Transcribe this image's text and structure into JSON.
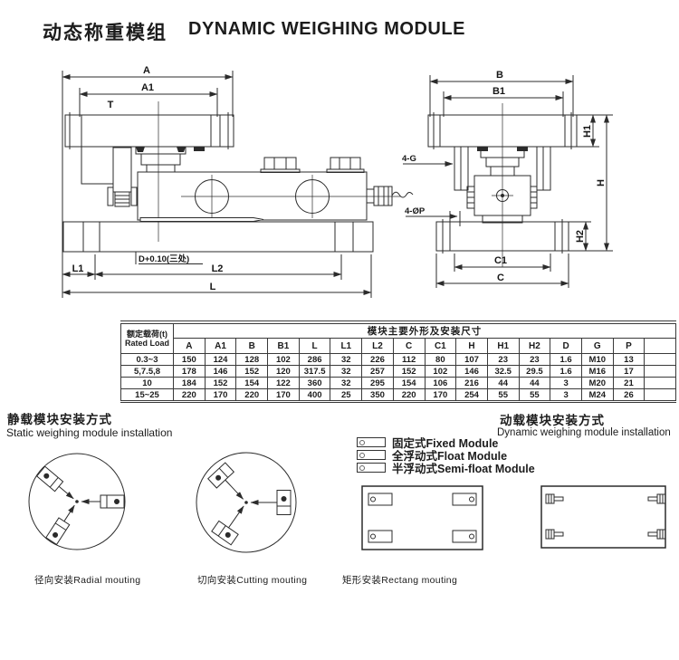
{
  "colors": {
    "ink": "#2b2b2b",
    "paper": "#ffffff"
  },
  "title": {
    "zh": "动态称重模组",
    "en": "DYNAMIC WEIGHING MODULE"
  },
  "side_view": {
    "labels": {
      "a": "A",
      "a1": "A1",
      "t": "T",
      "d": "D+0.10(三处)",
      "l1": "L1",
      "l2": "L2",
      "l": "L"
    }
  },
  "front_view": {
    "labels": {
      "b": "B",
      "b1": "B1",
      "h": "H",
      "h1": "H1",
      "h2": "H2",
      "c": "C",
      "c1": "C1",
      "g": "4-G",
      "p": "4-ØP"
    }
  },
  "table": {
    "rated_load_zh": "额定载荷(t)",
    "rated_load_en": "Rated Load",
    "dims_header": "模块主要外形及安装尺寸",
    "columns": [
      "A",
      "A1",
      "B",
      "B1",
      "L",
      "L1",
      "L2",
      "C",
      "C1",
      "H",
      "H1",
      "H2",
      "D",
      "G",
      "P"
    ],
    "rows": [
      {
        "load": "0.3~3",
        "values": [
          "150",
          "124",
          "128",
          "102",
          "286",
          "32",
          "226",
          "112",
          "80",
          "107",
          "23",
          "23",
          "1.6",
          "M10",
          "13"
        ]
      },
      {
        "load": "5,7.5,8",
        "values": [
          "178",
          "146",
          "152",
          "120",
          "317.5",
          "32",
          "257",
          "152",
          "102",
          "146",
          "32.5",
          "29.5",
          "1.6",
          "M16",
          "17"
        ]
      },
      {
        "load": "10",
        "values": [
          "184",
          "152",
          "154",
          "122",
          "360",
          "32",
          "295",
          "154",
          "106",
          "216",
          "44",
          "44",
          "3",
          "M20",
          "21"
        ]
      },
      {
        "load": "15~25",
        "values": [
          "220",
          "170",
          "220",
          "170",
          "400",
          "25",
          "350",
          "220",
          "170",
          "254",
          "55",
          "55",
          "3",
          "M24",
          "26"
        ]
      }
    ]
  },
  "static_section": {
    "title_zh": "静载模块安装方式",
    "title_en": "Static weighing module installation",
    "caption_radial": "径向安装Radial mouting",
    "caption_cutting": "切向安装Cutting mouting"
  },
  "dynamic_section": {
    "title_zh": "动载模块安装方式",
    "title_en": "Dynamic weighing module installation",
    "legend": [
      "固定式Fixed Module",
      "全浮动式Float Module",
      "半浮动式Semi-float Module"
    ],
    "caption_rect": "矩形安装Rectang mouting"
  }
}
